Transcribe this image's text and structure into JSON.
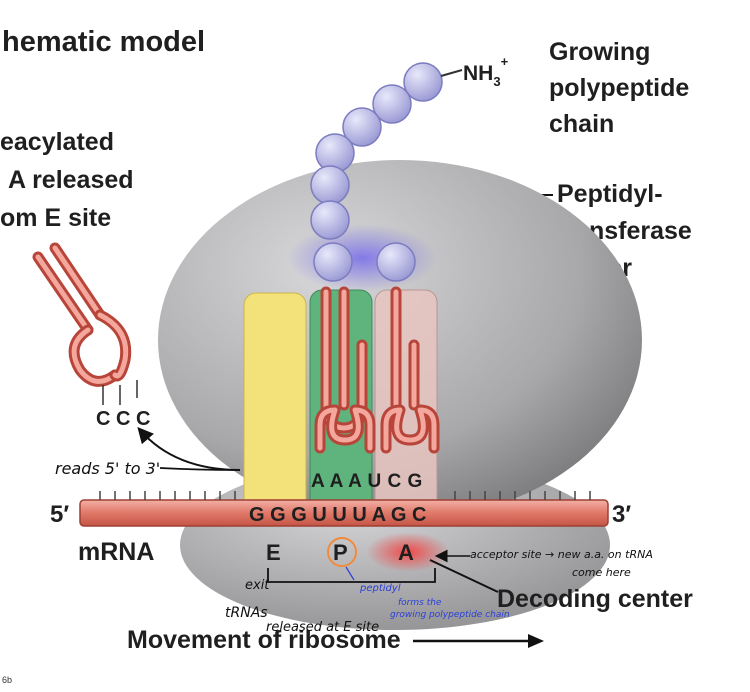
{
  "title": "hematic model",
  "labels": {
    "deacylated": [
      "eacylated",
      "A released",
      "om E site"
    ],
    "growing": [
      "Growing",
      "polypeptide",
      "chain"
    ],
    "peptidyl": [
      "Peptidyl-",
      "transferase",
      "center"
    ],
    "nh3": "NH",
    "nh3_sub": "3",
    "nh3_sup": "+",
    "cca": "C C C",
    "five_prime": "5′",
    "three_prime": "3′",
    "mrna": "mRNA",
    "mrna_codons": "G G G U U U A G C",
    "anticodons": "A A A U C G",
    "sites": [
      "E",
      "P",
      "A"
    ],
    "decoding": "Decoding center",
    "movement": "Movement of ribosome",
    "figure_ref": "6b"
  },
  "annotations": {
    "reads_5_to_3": "reads 5' to 3'",
    "exit": "exit",
    "trnas_released": [
      "tRNAs",
      "released at E site"
    ],
    "acceptor": [
      "acceptor site → new a.a. on tRNA",
      "come here"
    ],
    "peptidyl_note": "peptidyl",
    "forms_note": [
      "forms the",
      "growing polypeptide chain"
    ]
  },
  "colors": {
    "ribosome": "#a9a9ab",
    "e_site": "#f3e27a",
    "p_site": "#5fb37c",
    "a_site": "#e8c4c0",
    "mrna": "#e07868",
    "trna": "#e6695d",
    "amino_acid": "#b9b9e6",
    "ptc_glow": "#8a82e6",
    "decoding_glow": "#f05050",
    "ink_black": "#111111",
    "ink_blue": "#2b3fd6",
    "ink_orange": "#f08a3c"
  }
}
